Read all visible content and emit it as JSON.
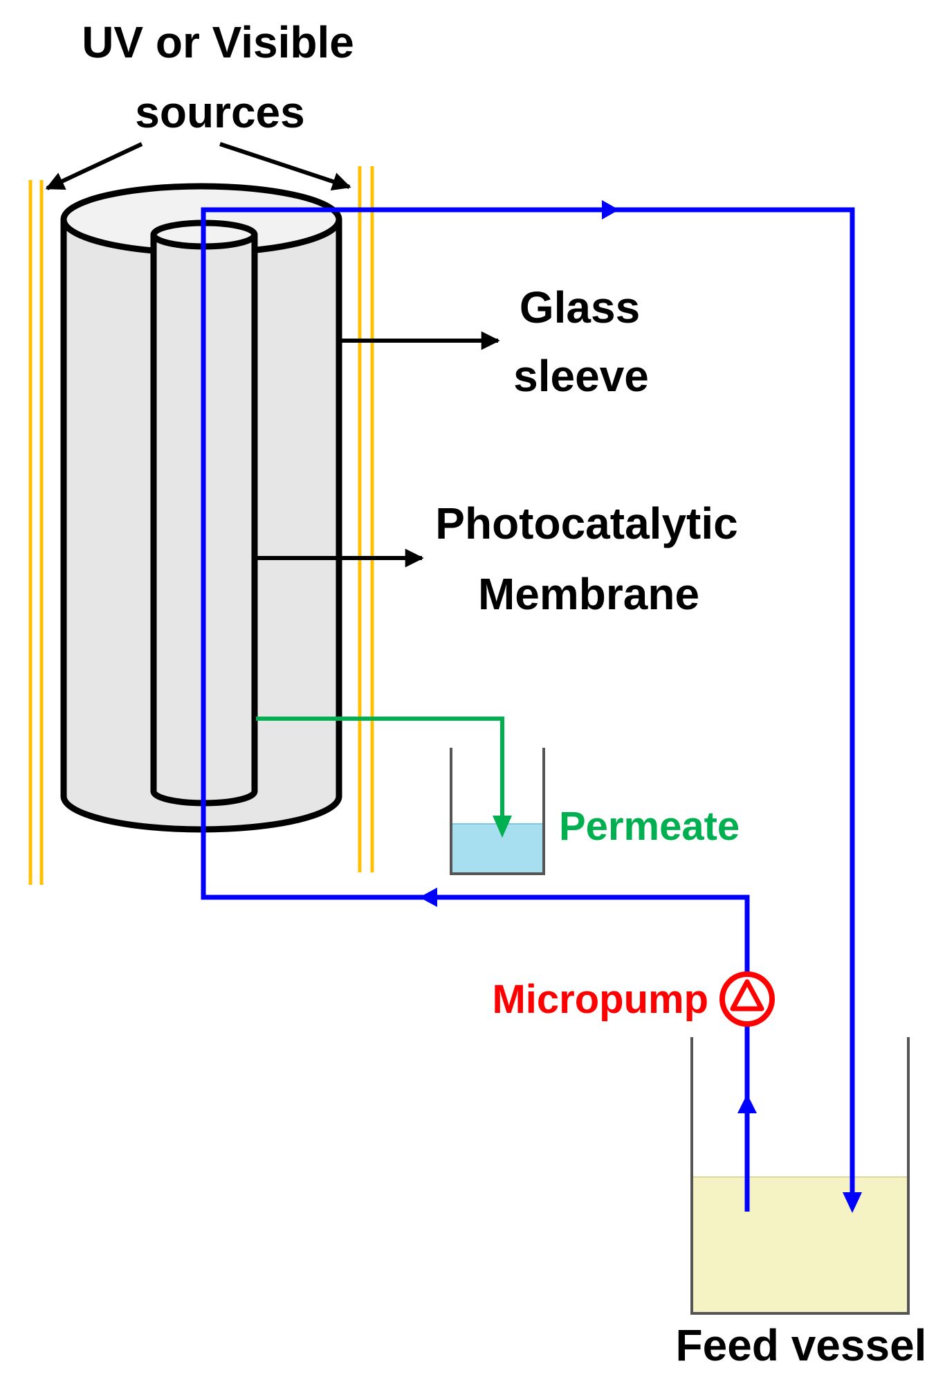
{
  "labels": {
    "sources_line1": "UV or Visible",
    "sources_line2": "sources",
    "glass_line1": "Glass",
    "glass_line2": "sleeve",
    "membrane_line1": "Photocatalytic",
    "membrane_line2": "Membrane",
    "permeate": "Permeate",
    "micropump": "Micropump",
    "feed_vessel": "Feed vessel"
  },
  "colors": {
    "flow_line": "#0000ff",
    "permeate": "#00b050",
    "micropump": "#ff0000",
    "lamp": "#ffc000",
    "sleeve_fill": "#e6e6e6",
    "permeate_liquid": "#a8dff0",
    "feed_liquid": "#f5f3c4",
    "outline": "#000000"
  }
}
